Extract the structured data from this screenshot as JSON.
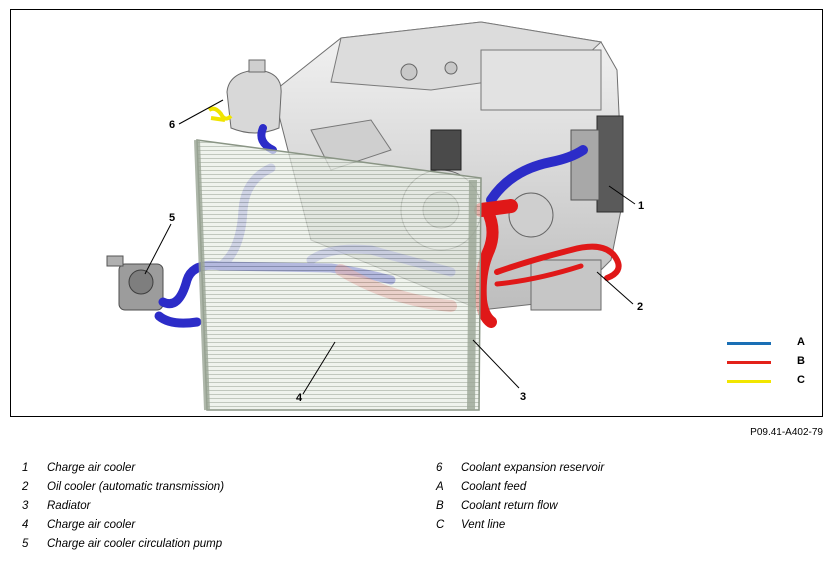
{
  "figure": {
    "callouts": [
      {
        "id": "1",
        "label": "1"
      },
      {
        "id": "2",
        "label": "2"
      },
      {
        "id": "3",
        "label": "3"
      },
      {
        "id": "4",
        "label": "4"
      },
      {
        "id": "5",
        "label": "5"
      },
      {
        "id": "6",
        "label": "6"
      }
    ],
    "legend": [
      {
        "label": "A",
        "color": "#1a6fb5"
      },
      {
        "label": "B",
        "color": "#e32119"
      },
      {
        "label": "C",
        "color": "#f2e600"
      }
    ],
    "hose_colors": {
      "feed": "#2c2cc8",
      "return": "#e01818",
      "vent": "#f0e400"
    }
  },
  "reference_code": "P09.41-A402-79",
  "key": {
    "left": [
      {
        "id": "1",
        "text": "Charge air cooler"
      },
      {
        "id": "2",
        "text": "Oil cooler (automatic transmission)"
      },
      {
        "id": "3",
        "text": "Radiator"
      },
      {
        "id": "4",
        "text": "Charge air cooler"
      },
      {
        "id": "5",
        "text": "Charge air cooler circulation pump"
      }
    ],
    "right": [
      {
        "id": "6",
        "text": "Coolant expansion reservoir"
      },
      {
        "id": "A",
        "text": "Coolant feed"
      },
      {
        "id": "B",
        "text": "Coolant return flow"
      },
      {
        "id": "C",
        "text": "Vent line"
      }
    ]
  }
}
